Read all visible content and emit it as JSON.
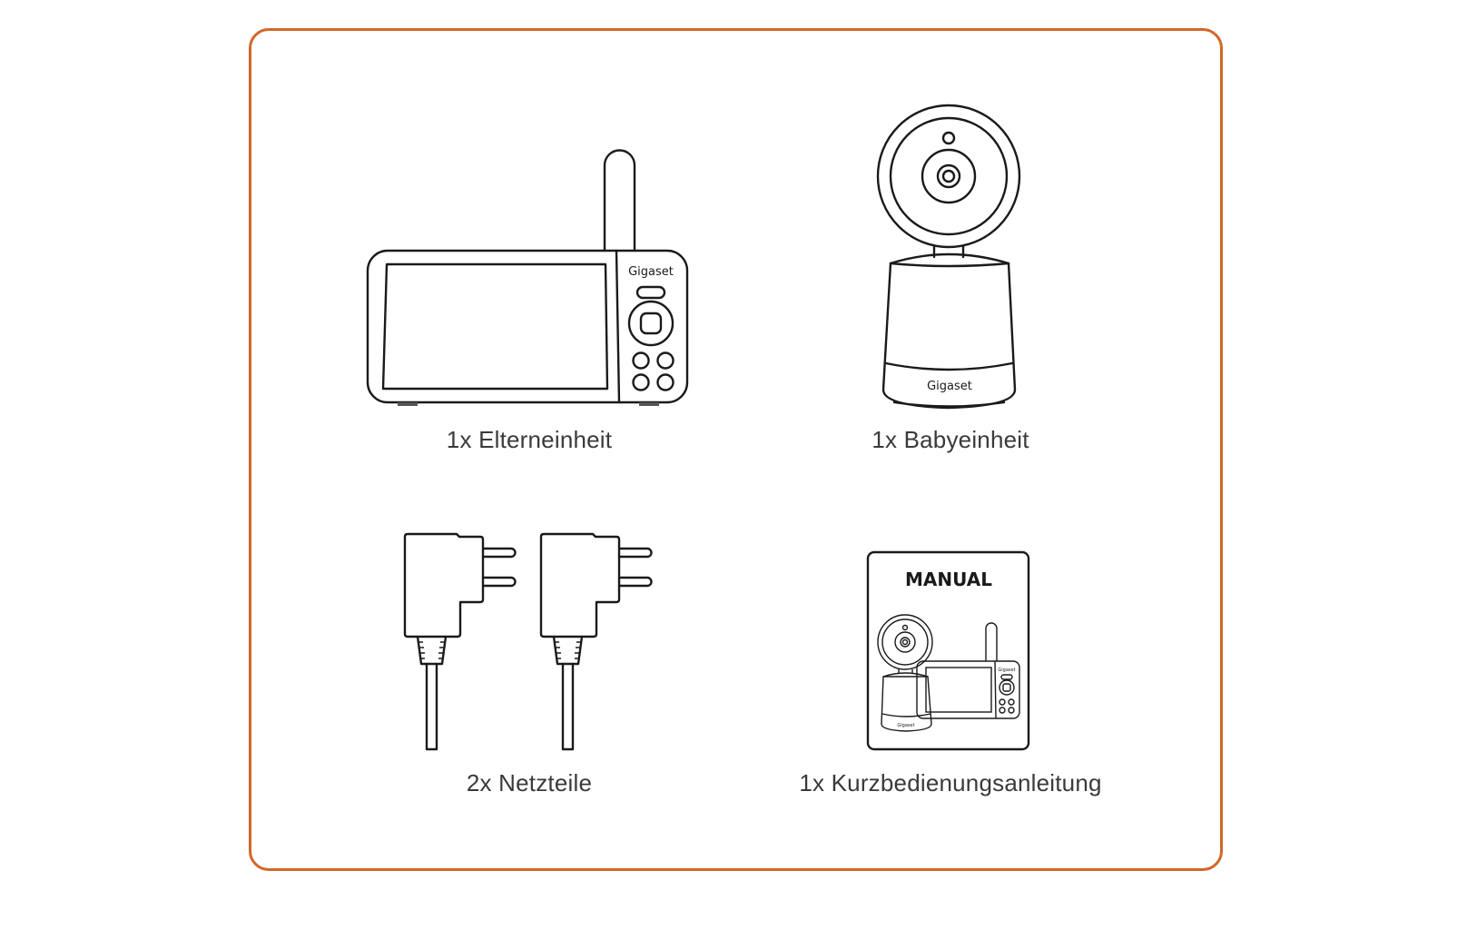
{
  "frame": {
    "border_color": "#d2672a"
  },
  "items": [
    {
      "id": "parent-unit",
      "label": "1x Elterneinheit",
      "brand": "Gigaset"
    },
    {
      "id": "baby-unit",
      "label": "1x Babyeinheit",
      "brand": "Gigaset"
    },
    {
      "id": "power-adapters",
      "label": "2x Netzteile"
    },
    {
      "id": "quick-guide",
      "label": "1x Kurzbedienungsanleitung",
      "cover_title": "MANUAL",
      "brand": "Gigaset"
    }
  ]
}
